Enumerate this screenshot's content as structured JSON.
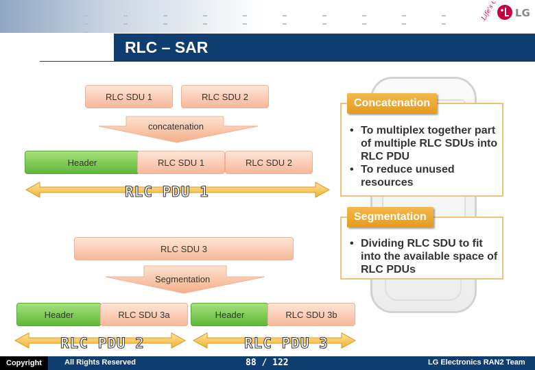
{
  "title": "RLC – SAR",
  "brand": {
    "tagline": "Life's Good",
    "logo_text": "LG",
    "accent": "#c6003d"
  },
  "concatenation_diagram": {
    "inputs": [
      "RLC SDU 1",
      "RLC SDU 2"
    ],
    "process_label": "concatenation",
    "pdu_parts": [
      "Header",
      "RLC SDU 1",
      "RLC SDU 2"
    ],
    "pdu_label": "RLC PDU 1"
  },
  "segmentation_diagram": {
    "input": "RLC SDU 3",
    "process_label": "Segmentation",
    "pdu_a": [
      "Header",
      "RLC SDU 3a"
    ],
    "pdu_b": [
      "Header",
      "RLC SDU 3b"
    ],
    "pdu_a_label": "RLC PDU 2",
    "pdu_b_label": "RLC PDU 3"
  },
  "callouts": {
    "concatenation": {
      "heading": "Concatenation",
      "bullets": [
        "To multiplex together part of multiple RLC SDUs into RLC PDU",
        "To reduce unused resources"
      ]
    },
    "segmentation": {
      "heading": "Segmentation",
      "bullets": [
        "Dividing RLC SDU to fit into the available space of RLC PDUs"
      ]
    }
  },
  "footer": {
    "copyright": "Copyright",
    "rights": "All Rights Reserved",
    "page": "88 / 122",
    "team": "LG Electronics RAN2 Team"
  },
  "colors": {
    "navy": "#0f3d70",
    "orange": "#e69a1c",
    "sdu_fill": "#f7b89a",
    "header_fill": "#5fb83a"
  }
}
